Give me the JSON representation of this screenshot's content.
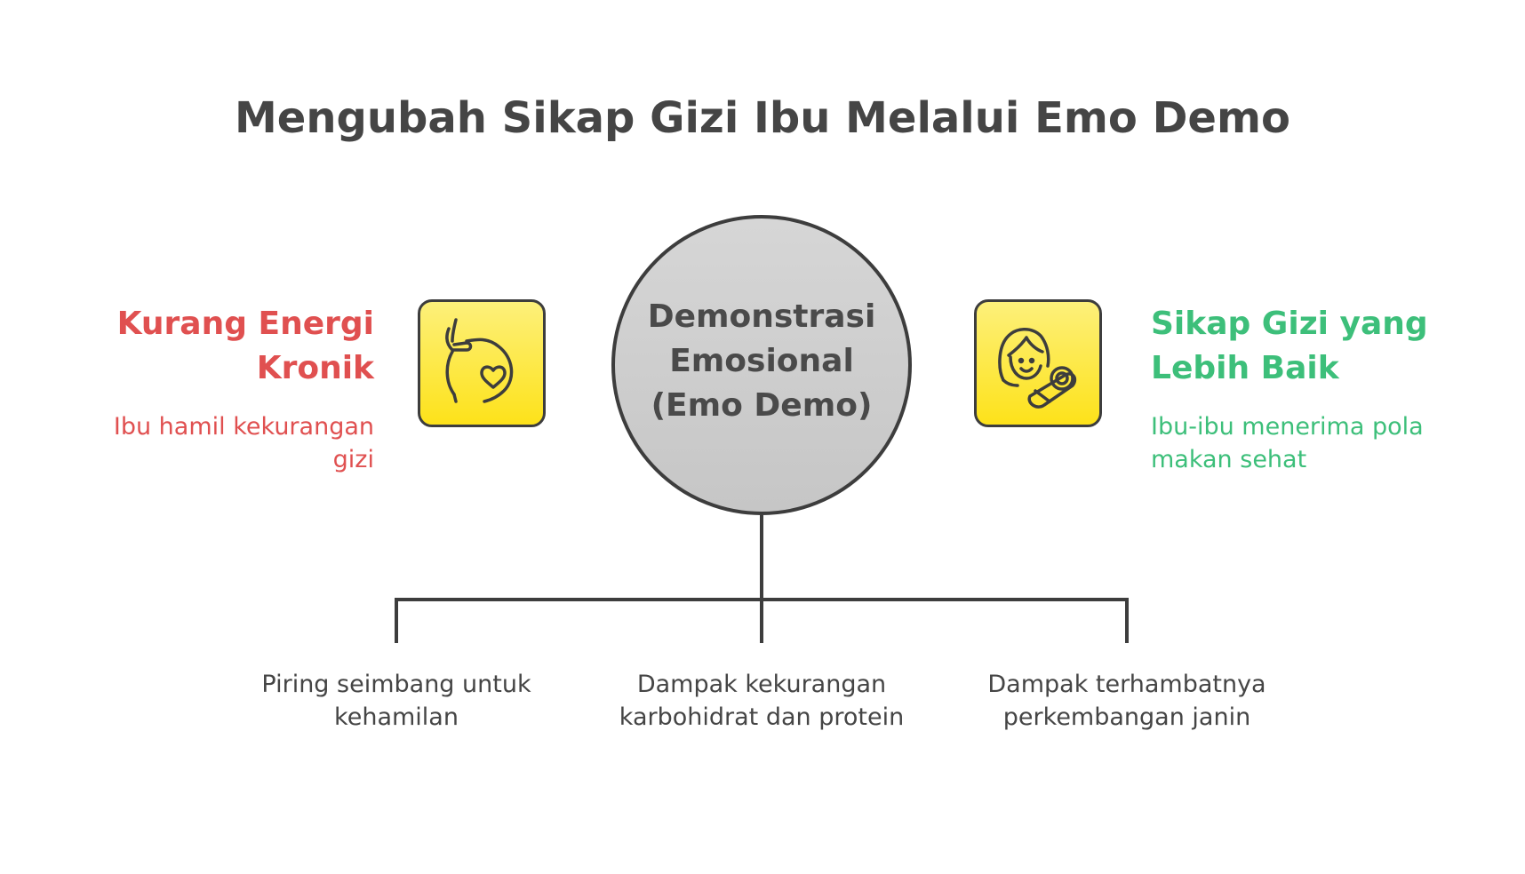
{
  "title": "Mengubah Sikap Gizi Ibu Melalui Emo Demo",
  "center": {
    "lines": [
      "Demonstrasi",
      "Emosional",
      "(Emo Demo)"
    ]
  },
  "left": {
    "heading_lines": [
      "Kurang Energi",
      "Kronik"
    ],
    "description_lines": [
      "Ibu hamil kekurangan",
      "gizi"
    ],
    "color": "#e05050",
    "icon": "pregnant-belly-heart-icon"
  },
  "right": {
    "heading_lines": [
      "Sikap Gizi yang",
      "Lebih Baik"
    ],
    "description_lines": [
      "Ibu-ibu menerima pola",
      "makan sehat"
    ],
    "color": "#3dbf7a",
    "icon": "mother-baby-icon"
  },
  "branches": [
    {
      "lines": [
        "Piring seimbang untuk",
        "kehamilan"
      ]
    },
    {
      "lines": [
        "Dampak kekurangan",
        "karbohidrat dan protein"
      ]
    },
    {
      "lines": [
        "Dampak terhambatnya",
        "perkembangan janin"
      ]
    }
  ],
  "colors": {
    "icon_fill": "#fde84a",
    "circle_fill": "#cfcfcf",
    "stroke": "#3d3d3d",
    "text": "#454545"
  }
}
